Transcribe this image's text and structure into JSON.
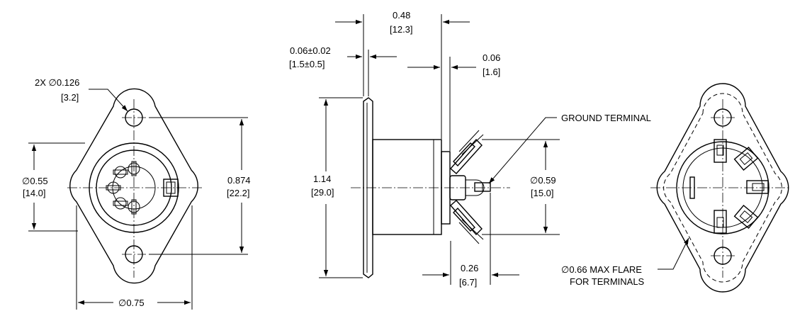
{
  "front": {
    "holes_label": "2X ∅0.126",
    "holes_label_mm": "[3.2]",
    "body_dia": "∅0.55",
    "body_dia_mm": "[14.0]",
    "hole_spacing": "0.874",
    "hole_spacing_mm": "[22.2]",
    "flange_width": "∅0.75"
  },
  "side": {
    "overall_depth": "0.48",
    "overall_depth_mm": "[12.3]",
    "flange_thickness": "0.06±0.02",
    "flange_thickness_mm": "[1.5±0.5]",
    "rear_step": "0.06",
    "rear_step_mm": "[1.6]",
    "height": "1.14",
    "height_mm": "[29.0]",
    "ground_terminal": "GROUND TERMINAL",
    "terminal_dia": "∅0.59",
    "terminal_dia_mm": "[15.0]",
    "terminal_length": "0.26",
    "terminal_length_mm": "[6.7]"
  },
  "rear": {
    "flare_line1": "∅0.66 MAX FLARE",
    "flare_line2": "FOR TERMINALS"
  }
}
